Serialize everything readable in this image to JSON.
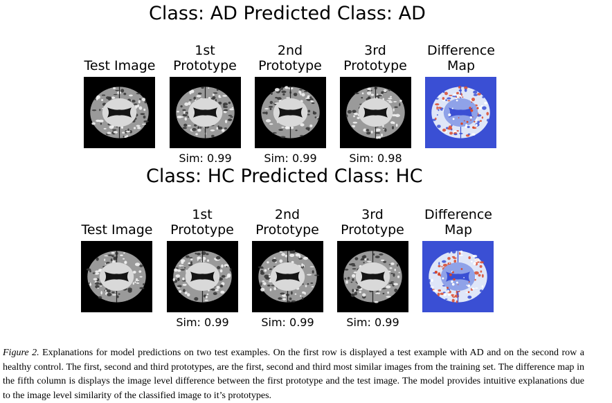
{
  "rows": [
    {
      "title": "Class: AD Predicted Class: AD",
      "columns": [
        {
          "line1": "",
          "line2": "Test Image"
        },
        {
          "line1": "1st",
          "line2": "Prototype"
        },
        {
          "line1": "2nd",
          "line2": "Prototype"
        },
        {
          "line1": "3rd",
          "line2": "Prototype"
        },
        {
          "line1": "Difference",
          "line2": "Map"
        }
      ],
      "sims": [
        "Sim: 0.99",
        "Sim: 0.99",
        "Sim: 0.98"
      ]
    },
    {
      "title": "Class: HC Predicted Class: HC",
      "columns": [
        {
          "line1": "",
          "line2": "Test Image"
        },
        {
          "line1": "1st",
          "line2": "Prototype"
        },
        {
          "line1": "2nd",
          "line2": "Prototype"
        },
        {
          "line1": "3rd",
          "line2": "Prototype"
        },
        {
          "line1": "Difference",
          "line2": "Map"
        }
      ],
      "sims": [
        "Sim: 0.99",
        "Sim: 0.99",
        "Sim: 0.99"
      ]
    }
  ],
  "caption": {
    "label": "Figure 2.",
    "text": " Explanations for model predictions on two test examples. On the first row is displayed a test example with AD and on the second row a healthy control. The first, second and third prototypes, are the first, second and third most similar images from the training set. The difference map in the fifth column is displays the image level difference between the first prototype and the test image. The model provides intuitive explanations due to the image level similarity of the classified image to it’s prototypes."
  },
  "colors": {
    "mri_background": "#000000",
    "difference_map_background": "#3a4fd4",
    "difference_hot": "#d9482b",
    "difference_light": "#dfe6f8"
  }
}
